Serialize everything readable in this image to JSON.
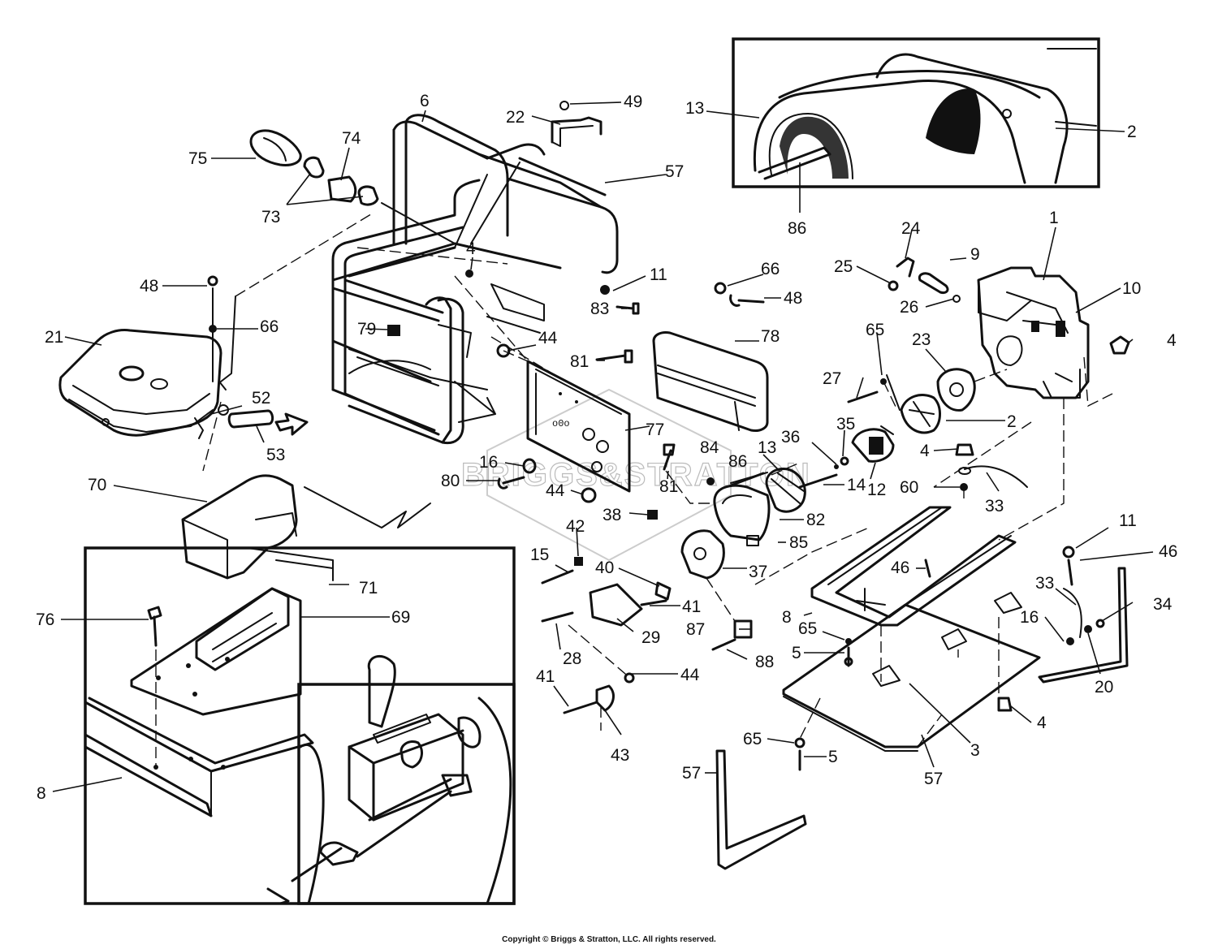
{
  "watermark_text": "BRIGGS&STRATTON",
  "copyright": "Copyright © Briggs & Stratton, LLC. All rights reserved.",
  "callouts": {
    "p1": "1",
    "p2a": "2",
    "p2b": "2",
    "p3": "3",
    "p4a": "4",
    "p4b": "4",
    "p4c": "4",
    "p4d": "4",
    "p5a": "5",
    "p5b": "5",
    "p6": "6",
    "p8a": "8",
    "p8b": "8",
    "p9": "9",
    "p10": "10",
    "p11a": "11",
    "p11b": "11",
    "p12": "12",
    "p13a": "13",
    "p13b": "13",
    "p14": "14",
    "p15": "15",
    "p16a": "16",
    "p16b": "16",
    "p20": "20",
    "p21": "21",
    "p22": "22",
    "p23": "23",
    "p24": "24",
    "p25": "25",
    "p26": "26",
    "p27": "27",
    "p28": "28",
    "p29": "29",
    "p33a": "33",
    "p33b": "33",
    "p34": "34",
    "p35": "35",
    "p36": "36",
    "p37": "37",
    "p38": "38",
    "p40": "40",
    "p41a": "41",
    "p41b": "41",
    "p42": "42",
    "p43": "43",
    "p44a": "44",
    "p44b": "44",
    "p44c": "44",
    "p46a": "46",
    "p46b": "46",
    "p48a": "48",
    "p48b": "48",
    "p49": "49",
    "p52": "52",
    "p53": "53",
    "p57a": "57",
    "p57b": "57",
    "p57c": "57",
    "p60": "60",
    "p65a": "65",
    "p65b": "65",
    "p65c": "65",
    "p66a": "66",
    "p66b": "66",
    "p69": "69",
    "p70": "70",
    "p71": "71",
    "p73": "73",
    "p74": "74",
    "p75": "75",
    "p76": "76",
    "p77": "77",
    "p78": "78",
    "p79": "79",
    "p80": "80",
    "p81a": "81",
    "p81b": "81",
    "p82": "82",
    "p83": "83",
    "p84": "84",
    "p85": "85",
    "p86a": "86",
    "p86b": "86",
    "p87": "87",
    "p88": "88"
  }
}
